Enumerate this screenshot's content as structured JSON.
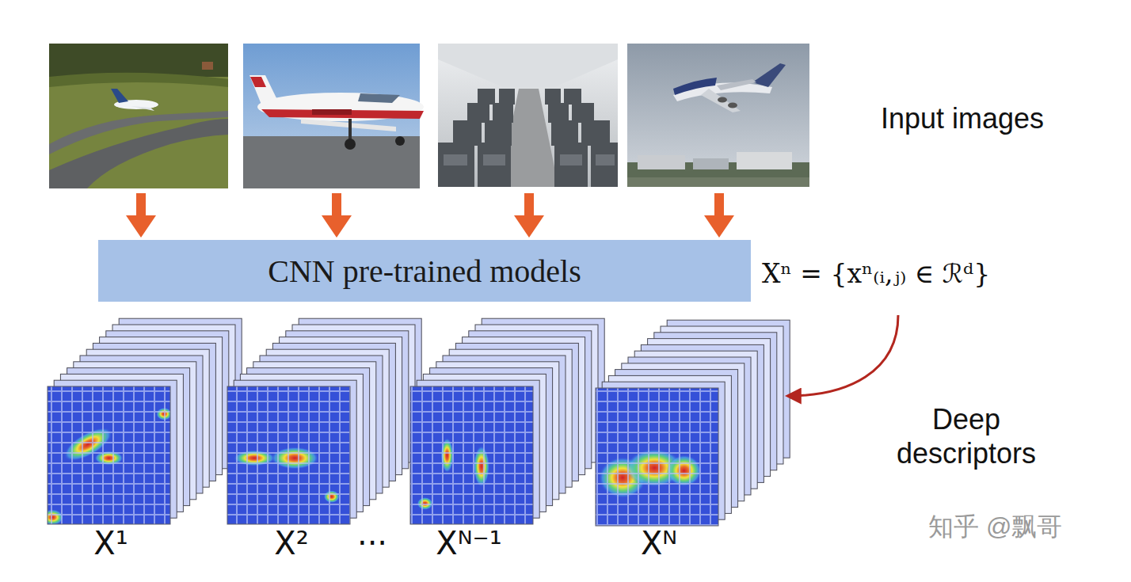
{
  "diagram": {
    "nodes": [
      {
        "text": [
          "CNN pre-trained models"
        ]
      }
    ],
    "labels": [
      "Input images",
      "Xⁿ = {xⁿ₍ᵢ,ⱼ₎ ∈ ℛᵈ}",
      "Deep descriptors",
      "X¹",
      "X²",
      "···",
      "Xᴺ⁻¹",
      "Xᴺ",
      "知乎 @飘哥"
    ]
  }
}
